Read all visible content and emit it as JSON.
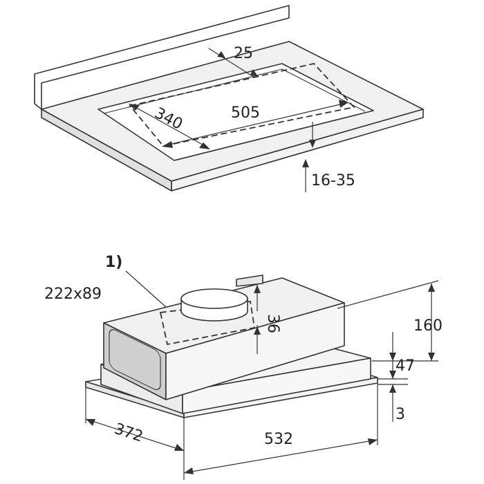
{
  "cutout": {
    "dim_rim": "25",
    "dim_depth": "340",
    "dim_width": "505",
    "dim_thickness": "16-35"
  },
  "hood": {
    "callout_number": "1)",
    "callout_size": "222x89",
    "dim_collar": "36",
    "dim_height": "160",
    "dim_front": "47",
    "dim_lip": "3",
    "dim_depth": "372",
    "dim_width": "532"
  },
  "colors": {
    "stroke": "#333333",
    "panel_fill": "#f0f0f0",
    "side_fill": "#cfcfcf"
  }
}
